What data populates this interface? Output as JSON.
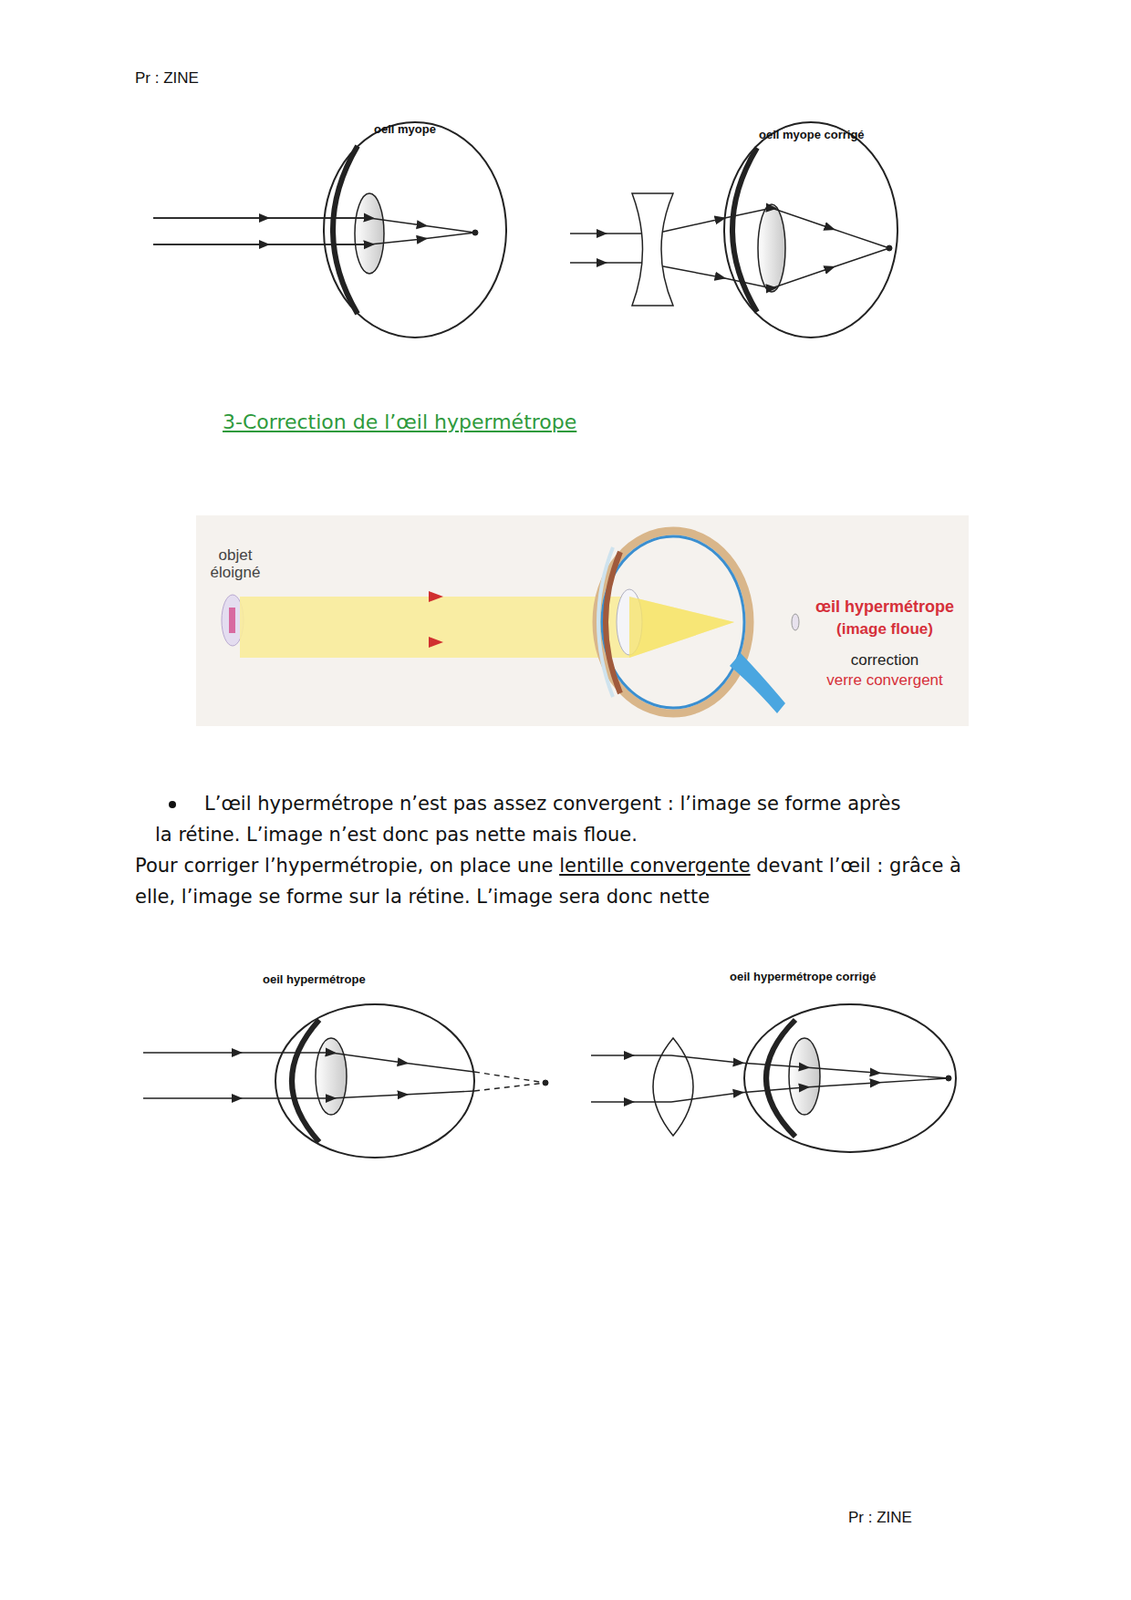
{
  "diagram": {
    "title": "3-Correction de l’œil hypermétrope",
    "labels": [
      "Pr : ZINE",
      "oeil myope",
      "oeil myope corrigé",
      "objet éloigné",
      "œil hypermétrope",
      "(image floue)",
      "correction",
      "verre convergent",
      "L’œil hypermétrope n’est pas assez convergent : l’image se forme après la rétine. L’image n’est donc pas nette mais floue.",
      "Pour corriger l’hypermétropie, on place une",
      "lentille convergente",
      "devant l’œil : grâce à elle, l’image se forme sur la rétine. L’image sera donc nette",
      "oeil hypermétrope",
      "oeil hypermétrope corrigé",
      "Pr : ZINE"
    ]
  }
}
